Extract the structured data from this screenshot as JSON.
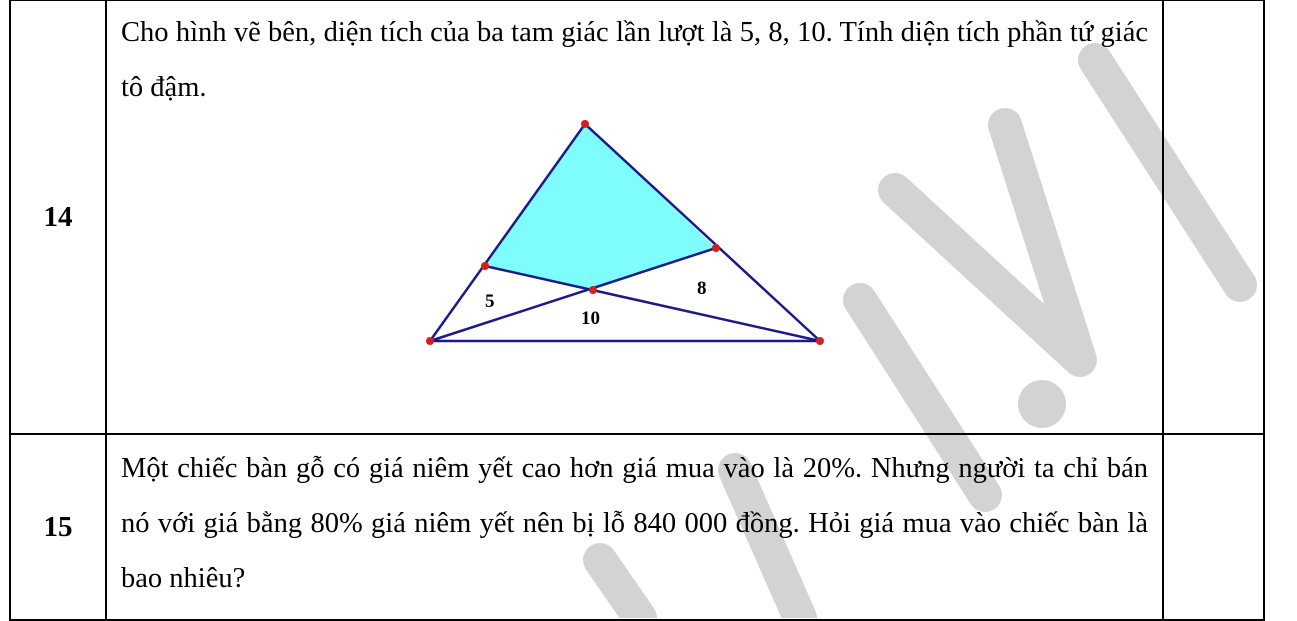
{
  "watermark": {
    "text": "THIDY.VN",
    "color": "#d3d3d3"
  },
  "problems": [
    {
      "number": "14",
      "text": "Cho hình vẽ bên, diện tích của ba tam giác lần lượt là 5, 8, 10. Tính diện tích phần tứ giác tô đậm.",
      "figure": {
        "labels": [
          "5",
          "8",
          "10"
        ],
        "fill_color": "#7ffcfc",
        "line_color": "#1a1a8c",
        "point_color": "#d42020"
      }
    },
    {
      "number": "15",
      "text": "Một chiếc bàn gỗ có giá niêm yết cao hơn giá mua vào là 20%. Nhưng người ta chỉ bán nó với giá bằng 80% giá niêm yết nên bị lỗ 840 000 đồng. Hỏi giá mua vào chiếc bàn là bao nhiêu?"
    }
  ]
}
